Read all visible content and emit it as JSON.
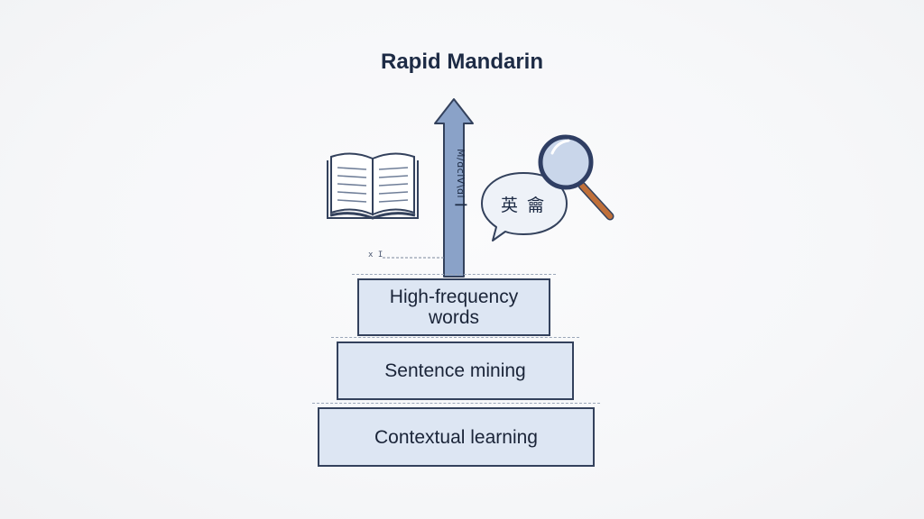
{
  "title": "Rapid Mandarin",
  "arrow": {
    "label": "M/ɑciV\\ɑl ┃"
  },
  "axis_note": "x I",
  "speech_bubble": {
    "text": "英 龠"
  },
  "steps": [
    {
      "label": "High-frequency\nwords"
    },
    {
      "label": "Sentence mining"
    },
    {
      "label": "Contextual learning"
    }
  ],
  "colors": {
    "step_fill": "#dde6f3",
    "arrow_fill": "#8aa2c8",
    "outline": "#33415c",
    "magnifier_handle": "#c0703a"
  },
  "icons": [
    "open-book-icon",
    "speech-bubble-icon",
    "magnifying-glass-icon",
    "up-arrow-icon"
  ]
}
